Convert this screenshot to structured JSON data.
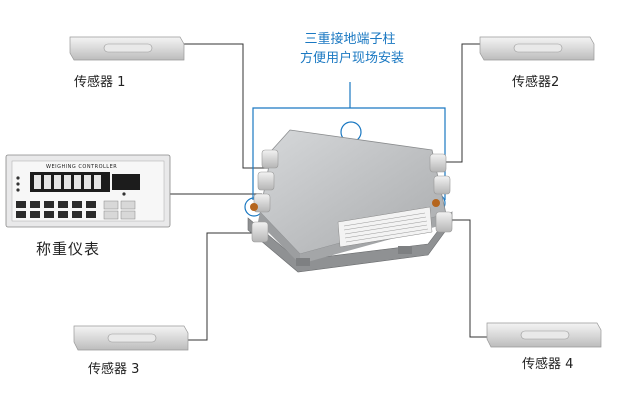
{
  "callout": {
    "line1": "三重接地端子柱",
    "line2": "方便用户现场安装"
  },
  "sensors": [
    {
      "label": "传感器 1"
    },
    {
      "label": "传感器2"
    },
    {
      "label": "传感器 3"
    },
    {
      "label": "传感器 4"
    }
  ],
  "indicator": {
    "label": "称重仪表",
    "panel_title": "WEIGHING CONTROLLER"
  },
  "colors": {
    "accent": "#1a78c2",
    "wire": "#333333",
    "box": "#b9bbbd"
  }
}
